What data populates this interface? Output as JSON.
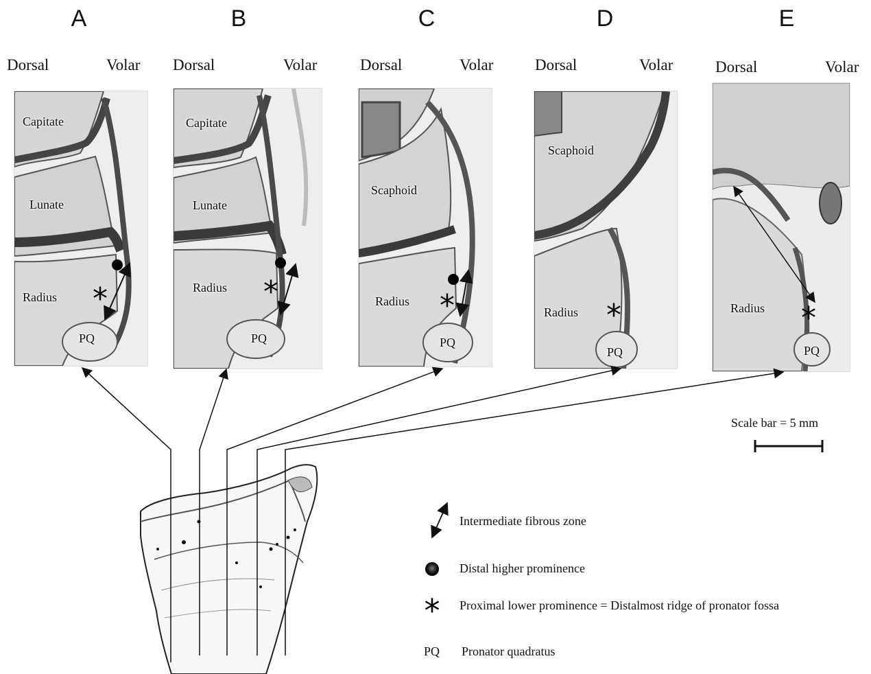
{
  "panels": [
    {
      "letter": "A",
      "dorsal": "Dorsal",
      "volar": "Volar",
      "labels": [
        "Capitate",
        "Lunate",
        "Radius",
        "PQ"
      ]
    },
    {
      "letter": "B",
      "dorsal": "Dorsal",
      "volar": "Volar",
      "labels": [
        "Capitate",
        "Lunate",
        "Radius",
        "PQ"
      ]
    },
    {
      "letter": "C",
      "dorsal": "Dorsal",
      "volar": "Volar",
      "labels": [
        "Scaphoid",
        "Radius",
        "PQ"
      ]
    },
    {
      "letter": "D",
      "dorsal": "Dorsal",
      "volar": "Volar",
      "labels": [
        "Scaphoid",
        "Radius",
        "PQ"
      ]
    },
    {
      "letter": "E",
      "dorsal": "Dorsal",
      "volar": "Volar",
      "labels": [
        "Radius",
        "PQ"
      ]
    }
  ],
  "scale_bar": {
    "label": "Scale bar = 5 mm"
  },
  "legend": {
    "intermediate": "Intermediate fibrous zone",
    "distal": "Distal higher prominence",
    "proximal": "Proximal lower prominence = Distalmost ridge of pronator fossa",
    "pq_abbrev": "PQ",
    "pq": "Pronator quadratus"
  }
}
